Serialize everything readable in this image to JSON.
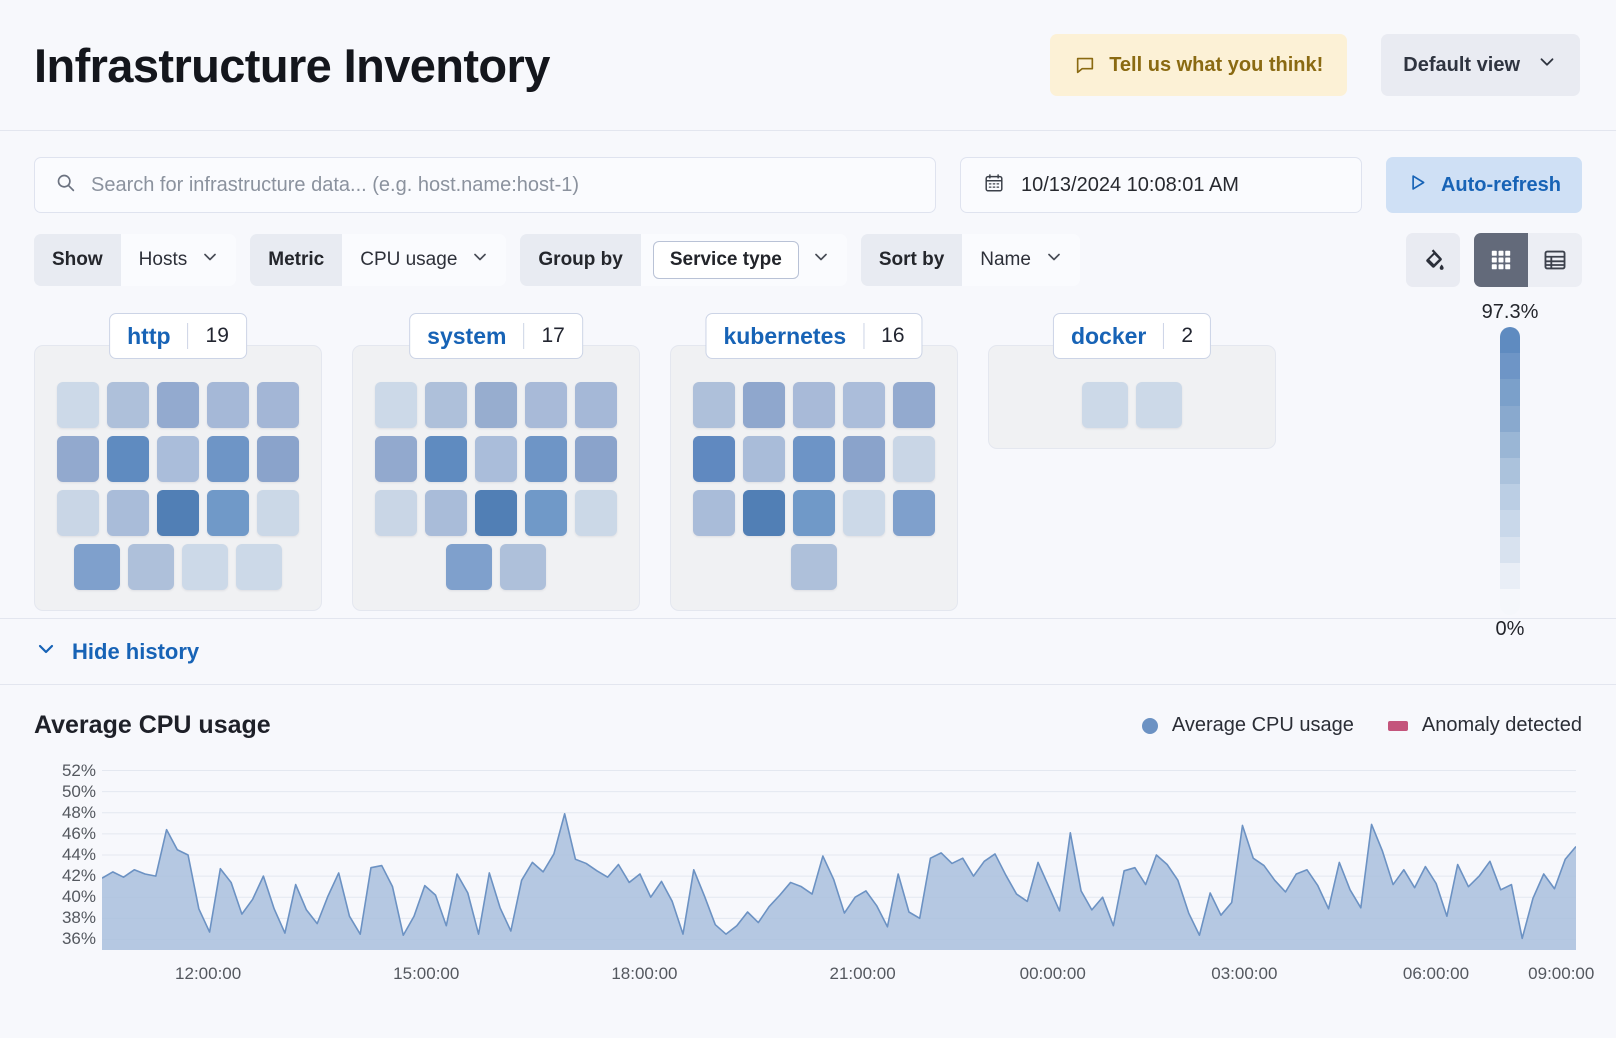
{
  "header": {
    "title": "Infrastructure Inventory",
    "feedback_label": "Tell us what you think!",
    "feedback_icon": "comment-icon",
    "view_label": "Default view",
    "view_icon": "chevron-down-icon"
  },
  "search": {
    "placeholder": "Search for infrastructure data... (e.g. host.name:host-1)",
    "value": "",
    "icon": "search-icon"
  },
  "datepicker": {
    "value": "10/13/2024 10:08:01 AM",
    "icon": "calendar-icon"
  },
  "refresh": {
    "label": "Auto-refresh",
    "icon": "play-icon"
  },
  "filters": [
    {
      "label": "Show",
      "value": "Hosts",
      "icon": "chevron-down-icon",
      "boxed": false
    },
    {
      "label": "Metric",
      "value": "CPU usage",
      "icon": "chevron-down-icon",
      "boxed": false
    },
    {
      "label": "Group by",
      "value": "Service type",
      "icon": "chevron-down-icon",
      "boxed": true
    },
    {
      "label": "Sort by",
      "value": "Name",
      "icon": "chevron-down-icon",
      "boxed": false
    }
  ],
  "view_controls": {
    "palette_icon": "paint-bucket-icon",
    "grid_icon": "grid-view-icon",
    "table_icon": "table-view-icon",
    "active": "grid-view-icon"
  },
  "waffle": {
    "groups": [
      {
        "name": "http",
        "count": "19",
        "rows": [
          [
            "#ccd9e8",
            "#aec0da",
            "#93aacf",
            "#a5b8d7",
            "#a3b6d6"
          ],
          [
            "#92a9ce",
            "#5f8bc0",
            "#aabdda",
            "#6e95c6",
            "#8aa3cb"
          ],
          [
            "#c9d6e6",
            "#a9bcd9",
            "#517fb5",
            "#7099c8",
            "#cbd8e7"
          ],
          [
            "#7fa0cc",
            "#aec0da",
            "#ccd9e8",
            "#ccd9e8"
          ]
        ]
      },
      {
        "name": "system",
        "count": "17",
        "rows": [
          [
            "#ccd9e8",
            "#aec0da",
            "#97adcf",
            "#a8bad8",
            "#a5b8d7"
          ],
          [
            "#92a9ce",
            "#5f8bc0",
            "#aabdda",
            "#6e95c6",
            "#8aa3cb"
          ],
          [
            "#c9d6e6",
            "#a9bcd9",
            "#517fb5",
            "#7099c8",
            "#cbd8e7"
          ],
          [
            "#7fa0cc",
            "#aec0da"
          ]
        ]
      },
      {
        "name": "kubernetes",
        "count": "16",
        "rows": [
          [
            "#aec0da",
            "#8fa7cd",
            "#a8bad8",
            "#abbdda",
            "#93aacf"
          ],
          [
            "#6089c0",
            "#a9bcd9",
            "#6d94c6",
            "#8aa3cb",
            "#c9d6e6"
          ],
          [
            "#a9bcd9",
            "#517fb5",
            "#7099c8",
            "#ccd9e8",
            "#7fa0cc"
          ],
          [
            "#aec0da"
          ]
        ]
      },
      {
        "name": "docker",
        "count": "2",
        "rows": [
          [
            "#ccd9e8",
            "#ccd9e8"
          ]
        ]
      }
    ],
    "legend": {
      "max": "97.3%",
      "min": "0%",
      "stops": [
        "#5f8bc0",
        "#6e95c6",
        "#7ba0ca",
        "#89a9ce",
        "#9ab6d5",
        "#abc2dc",
        "#bbcee4",
        "#c9d8ea",
        "#d8e2ef",
        "#e9eef6",
        "#f5f7fb"
      ]
    }
  },
  "history": {
    "label": "Hide history",
    "icon": "chevron-down-icon"
  },
  "chart_data": {
    "type": "area",
    "title": "Average CPU usage",
    "xlabel": "",
    "ylabel": "",
    "grid": true,
    "legend_position": "top-right",
    "legend": [
      {
        "name": "Average CPU usage",
        "color": "#6c92c3",
        "marker": "circle"
      },
      {
        "name": "Anomaly detected",
        "color": "#c4557c",
        "marker": "square"
      }
    ],
    "ylim": [
      35,
      53
    ],
    "yticks": [
      "52%",
      "50%",
      "48%",
      "46%",
      "44%",
      "42%",
      "40%",
      "38%",
      "36%"
    ],
    "ytick_values": [
      52,
      50,
      48,
      46,
      44,
      42,
      40,
      38,
      36
    ],
    "xticks": [
      "12:00:00",
      "15:00:00",
      "18:00:00",
      "21:00:00",
      "00:00:00",
      "03:00:00",
      "06:00:00",
      "09:00:00"
    ],
    "xtick_positions": [
      0.072,
      0.22,
      0.368,
      0.516,
      0.645,
      0.775,
      0.905,
      0.99
    ],
    "series": [
      {
        "name": "Average CPU usage",
        "color": "#6c92c3",
        "fill": "#a9c0dd",
        "values": [
          41.8,
          42.4,
          41.9,
          42.6,
          42.2,
          42.0,
          46.4,
          44.5,
          44.0,
          38.9,
          36.7,
          42.7,
          41.4,
          38.4,
          39.8,
          42.0,
          38.9,
          36.6,
          41.2,
          38.8,
          37.5,
          40.1,
          42.3,
          38.2,
          36.5,
          42.8,
          43.0,
          41.0,
          36.4,
          38.2,
          41.1,
          40.2,
          37.3,
          42.2,
          40.4,
          36.5,
          42.3,
          39.0,
          36.8,
          41.6,
          43.3,
          42.4,
          44.1,
          47.9,
          43.6,
          43.2,
          42.5,
          41.9,
          43.1,
          41.4,
          42.2,
          40.0,
          41.5,
          39.6,
          36.5,
          42.6,
          40.1,
          37.4,
          36.5,
          37.3,
          38.6,
          37.6,
          39.1,
          40.2,
          41.4,
          41.0,
          40.3,
          43.9,
          41.7,
          38.5,
          40.0,
          40.6,
          39.2,
          37.2,
          42.2,
          38.6,
          38.0,
          43.7,
          44.2,
          43.2,
          43.7,
          42.0,
          43.4,
          44.1,
          42.1,
          40.3,
          39.6,
          43.3,
          41.0,
          38.7,
          46.1,
          40.6,
          38.8,
          40.0,
          37.3,
          42.5,
          42.8,
          41.2,
          44.0,
          43.1,
          41.6,
          38.5,
          36.4,
          40.4,
          38.3,
          39.5,
          46.8,
          43.7,
          43.0,
          41.6,
          40.5,
          42.2,
          42.6,
          41.1,
          38.9,
          43.3,
          40.7,
          39.0,
          46.9,
          44.4,
          41.2,
          42.6,
          40.9,
          42.9,
          41.3,
          38.2,
          43.1,
          41.0,
          42.0,
          43.4,
          40.7,
          41.2,
          36.1,
          39.9,
          42.2,
          40.8,
          43.6,
          44.8
        ]
      }
    ]
  }
}
